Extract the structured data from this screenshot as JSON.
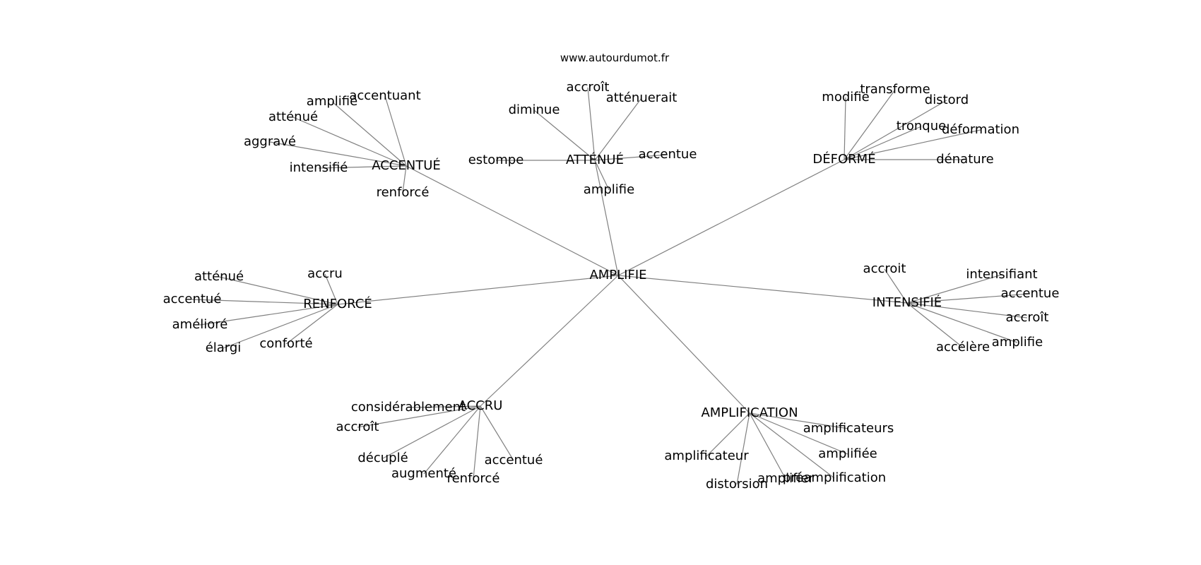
{
  "source": "www.autourdumot.fr",
  "center": "AMPLIFIE",
  "groups": [
    {
      "word": "ACCENTUÉ",
      "leaves": [
        "accentuant",
        "amplifié",
        "atténué",
        "aggravé",
        "intensifié",
        "renforcé"
      ]
    },
    {
      "word": "ATTÉNUÉ",
      "leaves": [
        "accroît",
        "atténuerait",
        "diminue",
        "estompe",
        "accentue",
        "amplifie"
      ]
    },
    {
      "word": "DÉFORMÉ",
      "leaves": [
        "modifie",
        "transforme",
        "distord",
        "tronque",
        "déformation",
        "dénature"
      ]
    },
    {
      "word": "RENFORCÉ",
      "leaves": [
        "accru",
        "atténué",
        "accentué",
        "amélioré",
        "élargi",
        "conforté"
      ]
    },
    {
      "word": "INTENSIFIÉ",
      "leaves": [
        "accroit",
        "intensifiant",
        "accentue",
        "accroît",
        "amplifie",
        "accélère"
      ]
    },
    {
      "word": "ACCRU",
      "leaves": [
        "considérablement",
        "accroît",
        "décuplé",
        "augmenté",
        "renforcé",
        "accentué"
      ]
    },
    {
      "word": "AMPLIFICATION",
      "leaves": [
        "amplificateurs",
        "amplifiée",
        "amplificateur",
        "distorsion",
        "amplifier",
        "préamplification"
      ]
    }
  ]
}
